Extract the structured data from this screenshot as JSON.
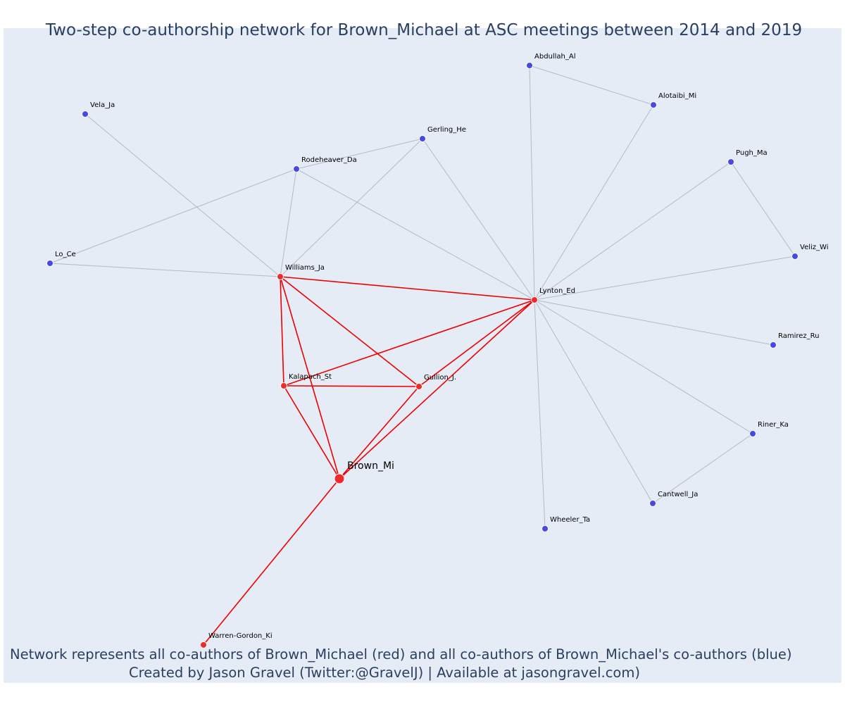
{
  "title": "Two-step co-authorship network for Brown_Michael at ASC meetings between 2014 and 2019",
  "caption": {
    "line1": "Network represents all co-authors of Brown_Michael (red) and all co-authors of Brown_Michael's co-authors (blue)",
    "line2": "Created by Jason Gravel (Twitter:@GravelJ) | Available at jasongravel.com)"
  },
  "colors": {
    "background": "#e5ecf6",
    "first_step": "#ef2a2a",
    "second_step": "#4848e8",
    "red_edge": "#ee0000",
    "gray_edge": "#b4bac6",
    "node_outline": "#ffffff",
    "text": "#2a3f5f"
  },
  "network": {
    "nodes": [
      {
        "id": "Brown_Mi",
        "label": "Brown_Mi",
        "group": "central"
      },
      {
        "id": "Williams_Ja",
        "label": "Williams_Ja",
        "group": "red"
      },
      {
        "id": "Lynton_Ed",
        "label": "Lynton_Ed",
        "group": "red"
      },
      {
        "id": "Kalapach_St",
        "label": "Kalapach_St",
        "group": "red"
      },
      {
        "id": "Gullion_J.",
        "label": "Gullion_J.",
        "group": "red"
      },
      {
        "id": "Warren-Gordon_Ki",
        "label": "Warren-Gordon_Ki",
        "group": "red"
      },
      {
        "id": "Abdullah_Al",
        "label": "Abdullah_Al",
        "group": "blue"
      },
      {
        "id": "Alotaibi_Mi",
        "label": "Alotaibi_Mi",
        "group": "blue"
      },
      {
        "id": "Vela_Ja",
        "label": "Vela_Ja",
        "group": "blue"
      },
      {
        "id": "Gerling_He",
        "label": "Gerling_He",
        "group": "blue"
      },
      {
        "id": "Rodeheaver_Da",
        "label": "Rodeheaver_Da",
        "group": "blue"
      },
      {
        "id": "Pugh_Ma",
        "label": "Pugh_Ma",
        "group": "blue"
      },
      {
        "id": "Lo_Ce",
        "label": "Lo_Ce",
        "group": "blue"
      },
      {
        "id": "Veliz_Wi",
        "label": "Veliz_Wi",
        "group": "blue"
      },
      {
        "id": "Ramirez_Ru",
        "label": "Ramirez_Ru",
        "group": "blue"
      },
      {
        "id": "Riner_Ka",
        "label": "Riner_Ka",
        "group": "blue"
      },
      {
        "id": "Cantwell_Ja",
        "label": "Cantwell_Ja",
        "group": "blue"
      },
      {
        "id": "Wheeler_Ta",
        "label": "Wheeler_Ta",
        "group": "blue"
      }
    ],
    "edges": [
      {
        "source": "Brown_Mi",
        "target": "Williams_Ja",
        "kind": "red"
      },
      {
        "source": "Brown_Mi",
        "target": "Lynton_Ed",
        "kind": "red"
      },
      {
        "source": "Brown_Mi",
        "target": "Kalapach_St",
        "kind": "red"
      },
      {
        "source": "Brown_Mi",
        "target": "Gullion_J.",
        "kind": "red"
      },
      {
        "source": "Brown_Mi",
        "target": "Warren-Gordon_Ki",
        "kind": "red"
      },
      {
        "source": "Williams_Ja",
        "target": "Lynton_Ed",
        "kind": "red"
      },
      {
        "source": "Williams_Ja",
        "target": "Kalapach_St",
        "kind": "red"
      },
      {
        "source": "Williams_Ja",
        "target": "Gullion_J.",
        "kind": "red"
      },
      {
        "source": "Kalapach_St",
        "target": "Lynton_Ed",
        "kind": "red"
      },
      {
        "source": "Kalapach_St",
        "target": "Gullion_J.",
        "kind": "red"
      },
      {
        "source": "Gullion_J.",
        "target": "Lynton_Ed",
        "kind": "red"
      },
      {
        "source": "Vela_Ja",
        "target": "Williams_Ja",
        "kind": "gray"
      },
      {
        "source": "Lo_Ce",
        "target": "Williams_Ja",
        "kind": "gray"
      },
      {
        "source": "Lo_Ce",
        "target": "Rodeheaver_Da",
        "kind": "gray"
      },
      {
        "source": "Rodeheaver_Da",
        "target": "Williams_Ja",
        "kind": "gray"
      },
      {
        "source": "Rodeheaver_Da",
        "target": "Gerling_He",
        "kind": "gray"
      },
      {
        "source": "Rodeheaver_Da",
        "target": "Lynton_Ed",
        "kind": "gray"
      },
      {
        "source": "Gerling_He",
        "target": "Williams_Ja",
        "kind": "gray"
      },
      {
        "source": "Gerling_He",
        "target": "Lynton_Ed",
        "kind": "gray"
      },
      {
        "source": "Abdullah_Al",
        "target": "Alotaibi_Mi",
        "kind": "gray"
      },
      {
        "source": "Abdullah_Al",
        "target": "Lynton_Ed",
        "kind": "gray"
      },
      {
        "source": "Alotaibi_Mi",
        "target": "Lynton_Ed",
        "kind": "gray"
      },
      {
        "source": "Pugh_Ma",
        "target": "Lynton_Ed",
        "kind": "gray"
      },
      {
        "source": "Pugh_Ma",
        "target": "Veliz_Wi",
        "kind": "gray"
      },
      {
        "source": "Veliz_Wi",
        "target": "Lynton_Ed",
        "kind": "gray"
      },
      {
        "source": "Ramirez_Ru",
        "target": "Lynton_Ed",
        "kind": "gray"
      },
      {
        "source": "Riner_Ka",
        "target": "Lynton_Ed",
        "kind": "gray"
      },
      {
        "source": "Riner_Ka",
        "target": "Cantwell_Ja",
        "kind": "gray"
      },
      {
        "source": "Cantwell_Ja",
        "target": "Lynton_Ed",
        "kind": "gray"
      },
      {
        "source": "Wheeler_Ta",
        "target": "Lynton_Ed",
        "kind": "gray"
      }
    ]
  }
}
